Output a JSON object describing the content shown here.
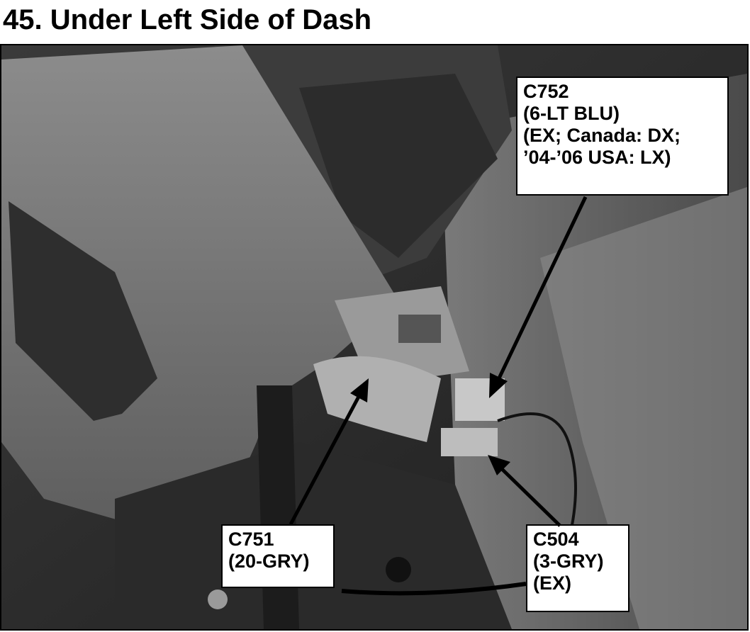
{
  "title": "45. Under Left Side of Dash",
  "callouts": {
    "c752": {
      "lines": [
        "C752",
        "(6-LT BLU)",
        "(EX; Canada: DX;",
        "’04-’06 USA: LX)"
      ]
    },
    "c751": {
      "lines": [
        "C751",
        "(20-GRY)"
      ]
    },
    "c504": {
      "lines": [
        "C504",
        "(3-GRY)",
        "(EX)"
      ]
    }
  },
  "colors": {
    "text": "#000000",
    "background": "#ffffff",
    "photo_tone": "#2a2a2a"
  }
}
